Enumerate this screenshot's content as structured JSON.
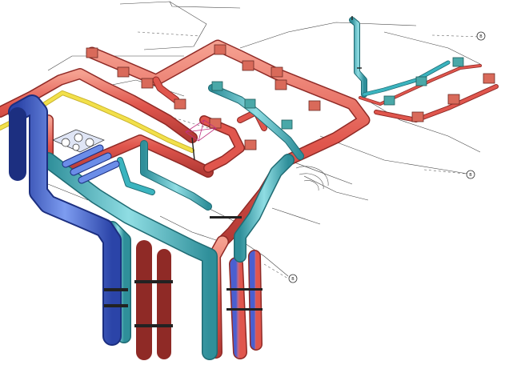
{
  "colors": {
    "supply": "#e0564d",
    "supply_light": "#f08a7c",
    "return": "#3bb4bf",
    "return_light": "#8fdde3",
    "exhaust": "#3f63d6",
    "exhaust_light": "#7d9cf0",
    "highlight": "#f2e04a",
    "linework": "#333333",
    "terminal_supply": "#d96a5a",
    "terminal_return": "#4aa8a8"
  },
  "grid_bubbles": [
    {
      "id": "g1",
      "label": "B"
    },
    {
      "id": "g2",
      "label": "B"
    },
    {
      "id": "g3",
      "label": "B"
    }
  ]
}
